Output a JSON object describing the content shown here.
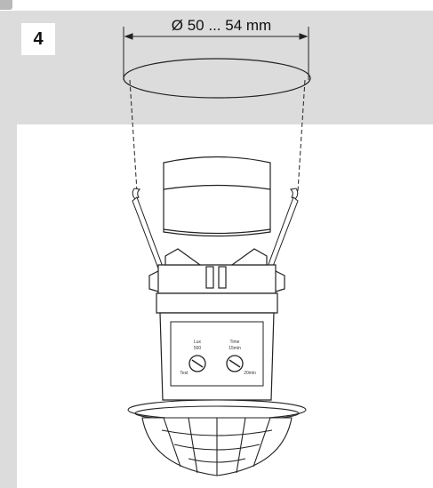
{
  "step": {
    "number": "4"
  },
  "dimension": {
    "label": "Ø 50 ... 54 mm"
  },
  "device_panel": {
    "lux_label": "Lux",
    "lux_value": "500",
    "time_label": "Time",
    "time_value": "15min",
    "test_label": "Test",
    "max_label": "20min"
  },
  "colors": {
    "frame": "#dcdcdc",
    "line": "#222222"
  }
}
